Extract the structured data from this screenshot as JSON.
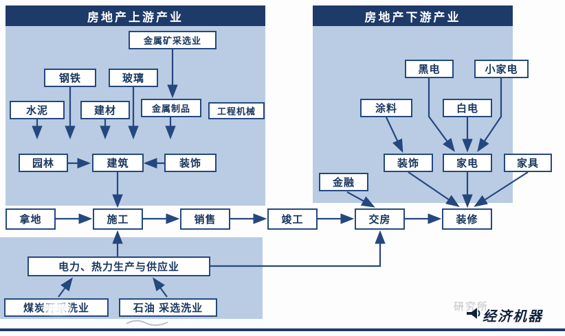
{
  "headers": {
    "upstream": "房地产上游产业",
    "downstream": "房地产下游产业"
  },
  "nodes": {
    "metal_ore": "金属矿采选业",
    "steel": "钢铁",
    "glass": "玻璃",
    "cement": "水泥",
    "building_materials": "建材",
    "metal_products": "金属制品",
    "machinery": "工程机械",
    "landscape": "园林",
    "building": "建筑",
    "decoration_up": "装饰",
    "black_tv": "黑电",
    "small_appliance": "小家电",
    "paint": "涂料",
    "white_goods": "白电",
    "decoration_down": "装饰",
    "appliance": "家电",
    "furniture": "家具",
    "finance": "金融",
    "land": "拿地",
    "construction": "施工",
    "sales": "销售",
    "completion": "竣工",
    "delivery": "交房",
    "renovation": "装修",
    "power": "电力、热力生产与供应业",
    "coal": "煤炭开采洗业",
    "oil": "石油 采选洗业"
  },
  "watermark": {
    "brand": "经济机器",
    "faint": "研究所"
  },
  "colors": {
    "header_bg": "#1e3a69",
    "panel_bg": "#b9cce3",
    "box_border": "#24477e",
    "text": "#17355e",
    "arrow": "#24477e"
  }
}
